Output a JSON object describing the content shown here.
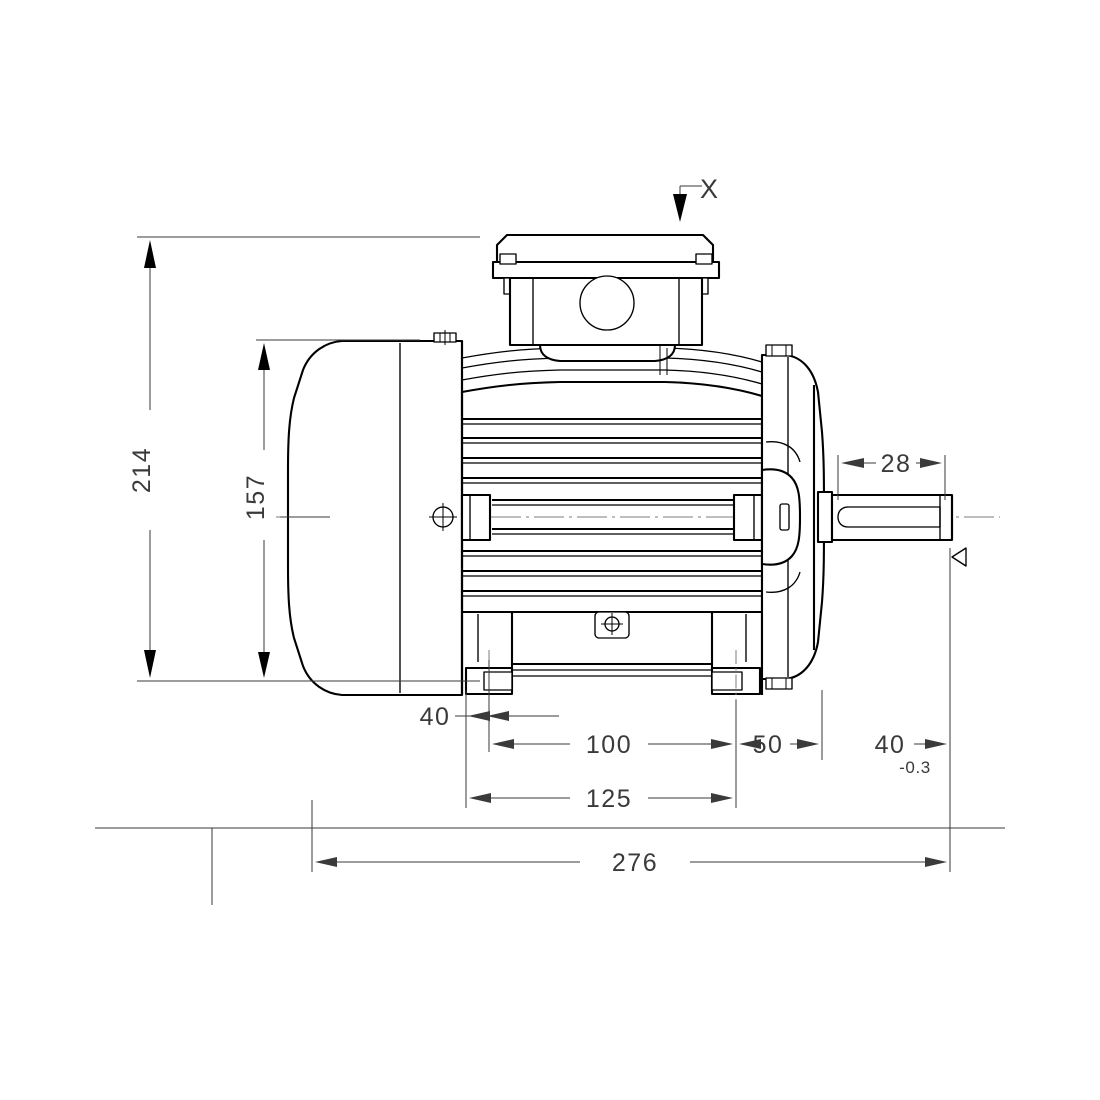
{
  "drawing": {
    "type": "technical-engineering-drawing",
    "subject": "three-phase electric motor, side elevation",
    "units": "mm",
    "background_color": "#ffffff",
    "line_color": "#000000",
    "dimension_color": "#3a3a3a",
    "centerline_color": "#7d7d7d"
  },
  "view_arrow": {
    "label": "X",
    "direction": "down"
  },
  "dimensions": {
    "overall_height": "214",
    "shaft_height": "157",
    "foot_offset": "40",
    "foot_spacing": "100",
    "foot_to_flange": "125",
    "flange_offset": "50",
    "shaft_length": "40",
    "shaft_tolerance": "-0.3",
    "key_length": "28",
    "overall_length": "276"
  },
  "labels": {
    "datum_symbol": "triangle-datum-marker"
  },
  "chart_data": {
    "type": "table",
    "title": "Motor dimensions",
    "categories": [
      "214",
      "157",
      "40",
      "100",
      "125",
      "50",
      "40 -0.3",
      "28",
      "276"
    ],
    "values": [
      214,
      157,
      40,
      100,
      125,
      50,
      40,
      28,
      276
    ]
  }
}
